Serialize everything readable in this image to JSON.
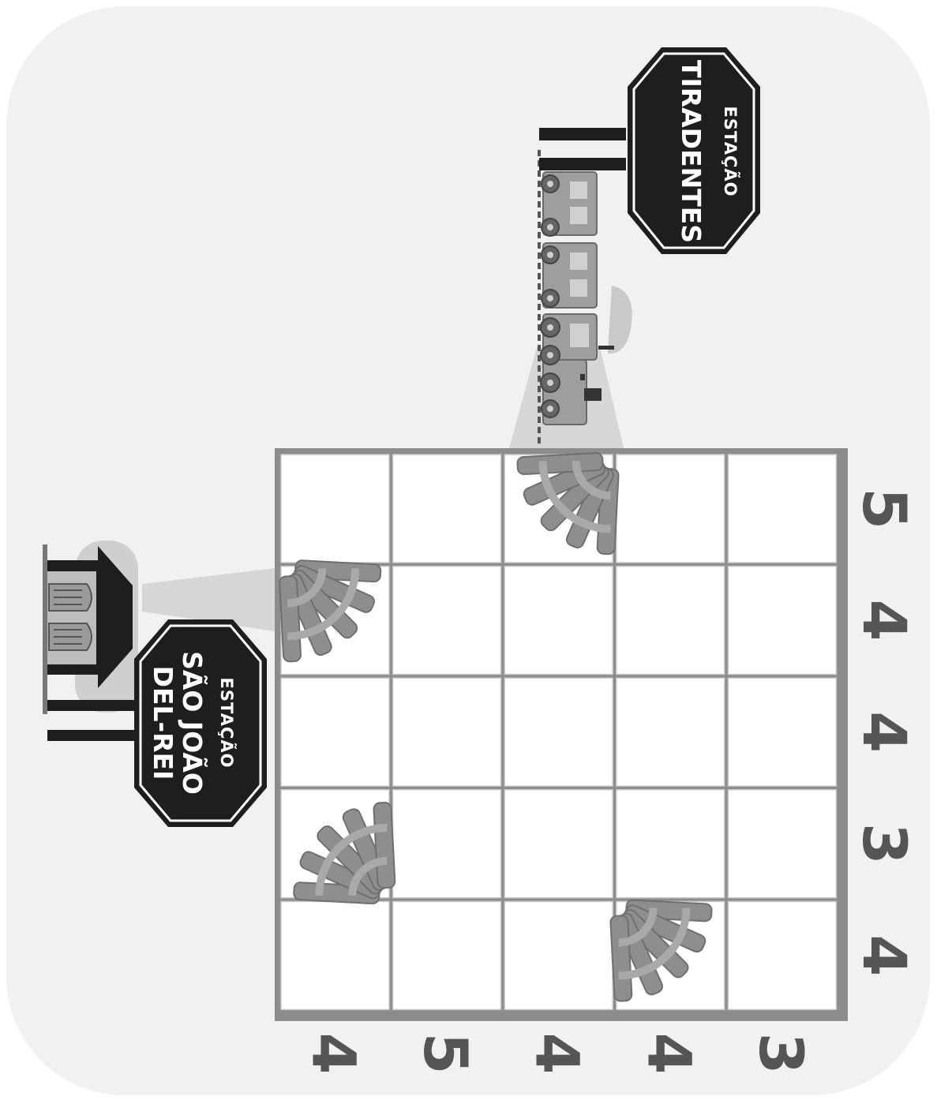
{
  "puzzle": {
    "grid_size": 5,
    "row_clues": [
      "5",
      "4",
      "4",
      "3",
      "4"
    ],
    "column_clues": [
      "4",
      "5",
      "4",
      "4",
      "3"
    ],
    "fixed_tracks": [
      {
        "row": 0,
        "col": 2,
        "piece": "curve"
      },
      {
        "row": 1,
        "col": 0,
        "piece": "curve"
      },
      {
        "row": 3,
        "col": 0,
        "piece": "curve"
      },
      {
        "row": 4,
        "col": 3,
        "piece": "curve"
      }
    ]
  },
  "stations": {
    "start": {
      "small": "ESTAÇÃO",
      "name": "TIRADENTES"
    },
    "end": {
      "small": "ESTAÇÃO",
      "name_line1": "SÃO JOÃO",
      "name_line2": "DEL-REI"
    }
  },
  "colors": {
    "background": "#f1f1f1",
    "grid_border": "#8c8c8c",
    "cell": "#ffffff",
    "sign": "#1e1e1e",
    "track": "#8a8a8a",
    "clue": "#555555"
  },
  "icons": [
    "train-icon",
    "station-building-icon",
    "track-curve-icon"
  ]
}
